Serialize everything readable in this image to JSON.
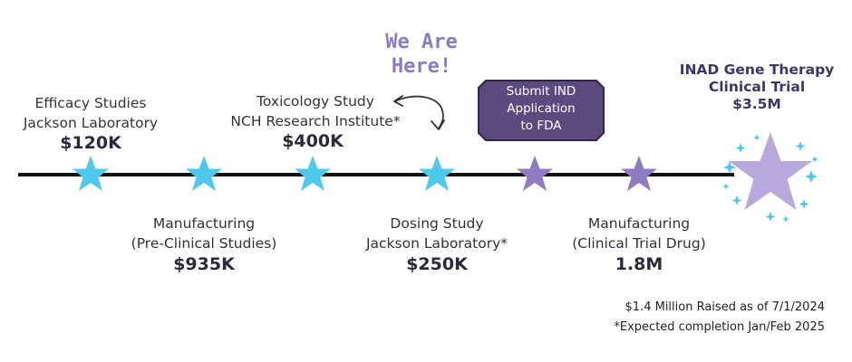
{
  "milestones_top": [
    {
      "label_line1": "Efficacy Studies",
      "label_line2": "Jackson Laboratory",
      "amount": "$120K"
    },
    {
      "label_line1": "Toxicology Study",
      "label_line2": "NCH Research Institute*",
      "amount": "$400K"
    }
  ],
  "milestones_bottom": [
    {
      "label_line1": "Manufacturing",
      "label_line2": "(Pre-Clinical Studies)",
      "amount": "$935K"
    },
    {
      "label_line1": "Dosing Study",
      "label_line2": "Jackson Laboratory*",
      "amount": "$250K"
    },
    {
      "label_line1": "Manufacturing",
      "label_line2": "(Clinical Trial Drug)",
      "amount": "1.8M"
    }
  ],
  "here_callout": {
    "line1": "We Are",
    "line2": "Here!"
  },
  "ind_box": {
    "line1": "Submit IND",
    "line2": "Application",
    "line3": "to FDA"
  },
  "final_goal": {
    "line1": "INAD Gene Therapy",
    "line2": "Clinical Trial",
    "amount": "$3.5M"
  },
  "notes": {
    "raised": "$1.4 Million Raised as of 7/1/2024",
    "expected": "*Expected completion Jan/Feb 2025"
  },
  "colors": {
    "complete_star": "#4ec9ec",
    "upcoming_star": "#8e7cc3",
    "final_star": "#b8a9dc",
    "ind_box": "#5b4a7e",
    "line": "#111111"
  },
  "icons": {
    "star": "star-icon",
    "sparkle": "sparkle-icon",
    "arrow": "curved-arrow-icon"
  }
}
